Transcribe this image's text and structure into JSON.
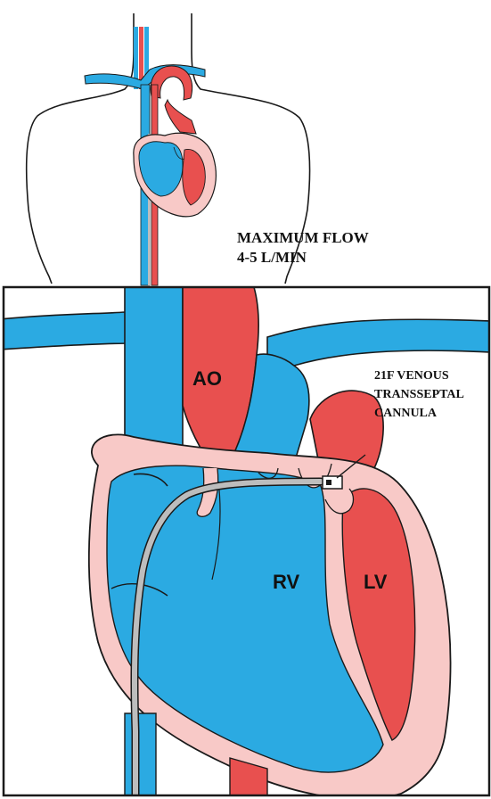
{
  "top_panel": {
    "flow_line1": "MAXIMUM FLOW",
    "flow_line2": "4-5 L/MIN"
  },
  "bottom_panel": {
    "aorta_label": "AO",
    "right_ventricle_label": "RV",
    "left_ventricle_label": "LV",
    "cannula_line1": "21F VENOUS",
    "cannula_line2": "TRANSSEPTAL",
    "cannula_line3": "CANNULA"
  },
  "colors": {
    "venous_blue": "#2BAAE2",
    "arterial_red": "#E8504F",
    "tissue_pink": "#F8C9C7",
    "outline": "#1a1a1a",
    "cannula_gray": "#BDBDBD"
  }
}
